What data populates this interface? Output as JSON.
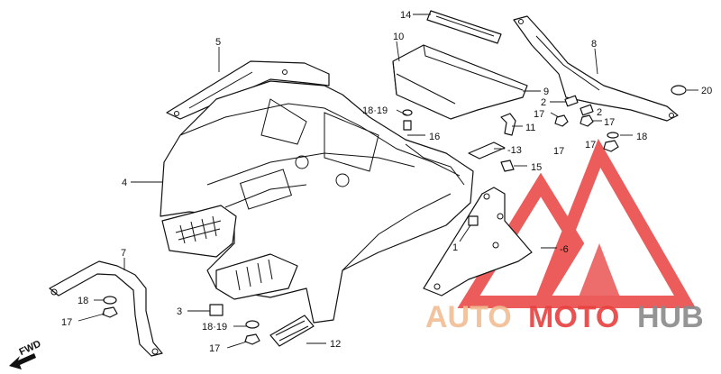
{
  "callouts": [
    {
      "id": "c14",
      "text": "14"
    },
    {
      "id": "c10",
      "text": "10"
    },
    {
      "id": "c5",
      "text": "5"
    },
    {
      "id": "c8",
      "text": "8"
    },
    {
      "id": "c9",
      "text": "9"
    },
    {
      "id": "c20",
      "text": "20"
    },
    {
      "id": "c2a",
      "text": "2"
    },
    {
      "id": "c2b",
      "text": "2"
    },
    {
      "id": "c1819a",
      "text": "18·19"
    },
    {
      "id": "c17a",
      "text": "17"
    },
    {
      "id": "c17b",
      "text": "17"
    },
    {
      "id": "c17c",
      "text": "17"
    },
    {
      "id": "c17d",
      "text": "17"
    },
    {
      "id": "c11",
      "text": "11"
    },
    {
      "id": "c16",
      "text": "16"
    },
    {
      "id": "c18a",
      "text": "18"
    },
    {
      "id": "c13",
      "text": "13"
    },
    {
      "id": "c15",
      "text": "15"
    },
    {
      "id": "c4",
      "text": "4"
    },
    {
      "id": "c1",
      "text": "1"
    },
    {
      "id": "c6",
      "text": "6"
    },
    {
      "id": "c7",
      "text": "7"
    },
    {
      "id": "c18b",
      "text": "18"
    },
    {
      "id": "c17e",
      "text": "17"
    },
    {
      "id": "c3",
      "text": "3"
    },
    {
      "id": "c1819b",
      "text": "18·19"
    },
    {
      "id": "c17f",
      "text": "17"
    },
    {
      "id": "c12",
      "text": "12"
    }
  ],
  "fwd_label": "FWD",
  "watermark": {
    "part1": "AUTO",
    "part2": "MOTO",
    "part3": "HUB",
    "color_light": "#f2bd93",
    "color_accent": "#e8403f",
    "color_dark": "#8a8a8a"
  }
}
